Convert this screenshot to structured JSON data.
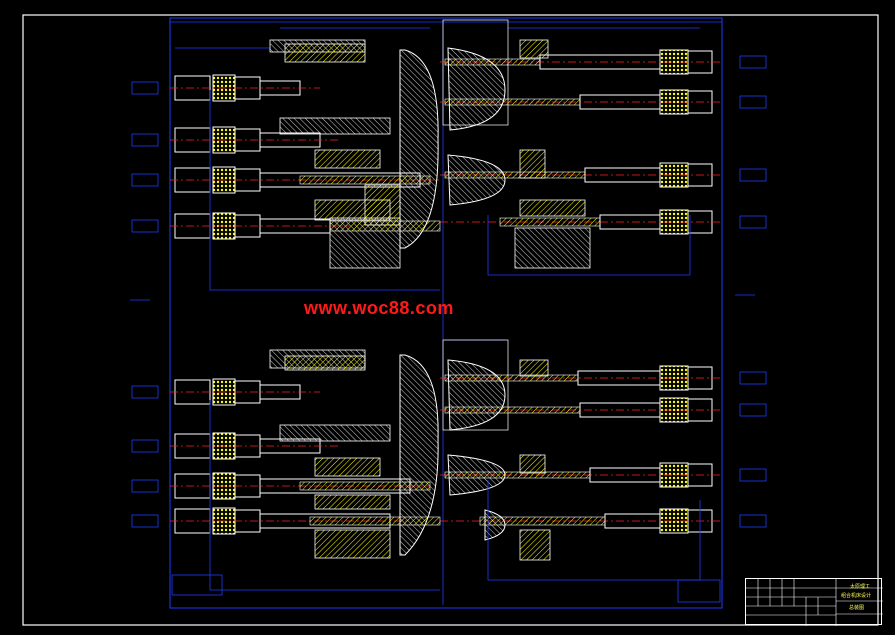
{
  "watermark": "www.woc88.com",
  "title_block": {
    "line1": "太原理工",
    "line2": "组合机床设计",
    "line3": "总装图"
  },
  "colors": {
    "background": "#000000",
    "frame": "#ffffff",
    "outline": "#ffffff",
    "hatch": "#ffff00",
    "centerline": "#ff2020",
    "dimension": "#1a3cff",
    "watermark": "#ff1a1a"
  }
}
